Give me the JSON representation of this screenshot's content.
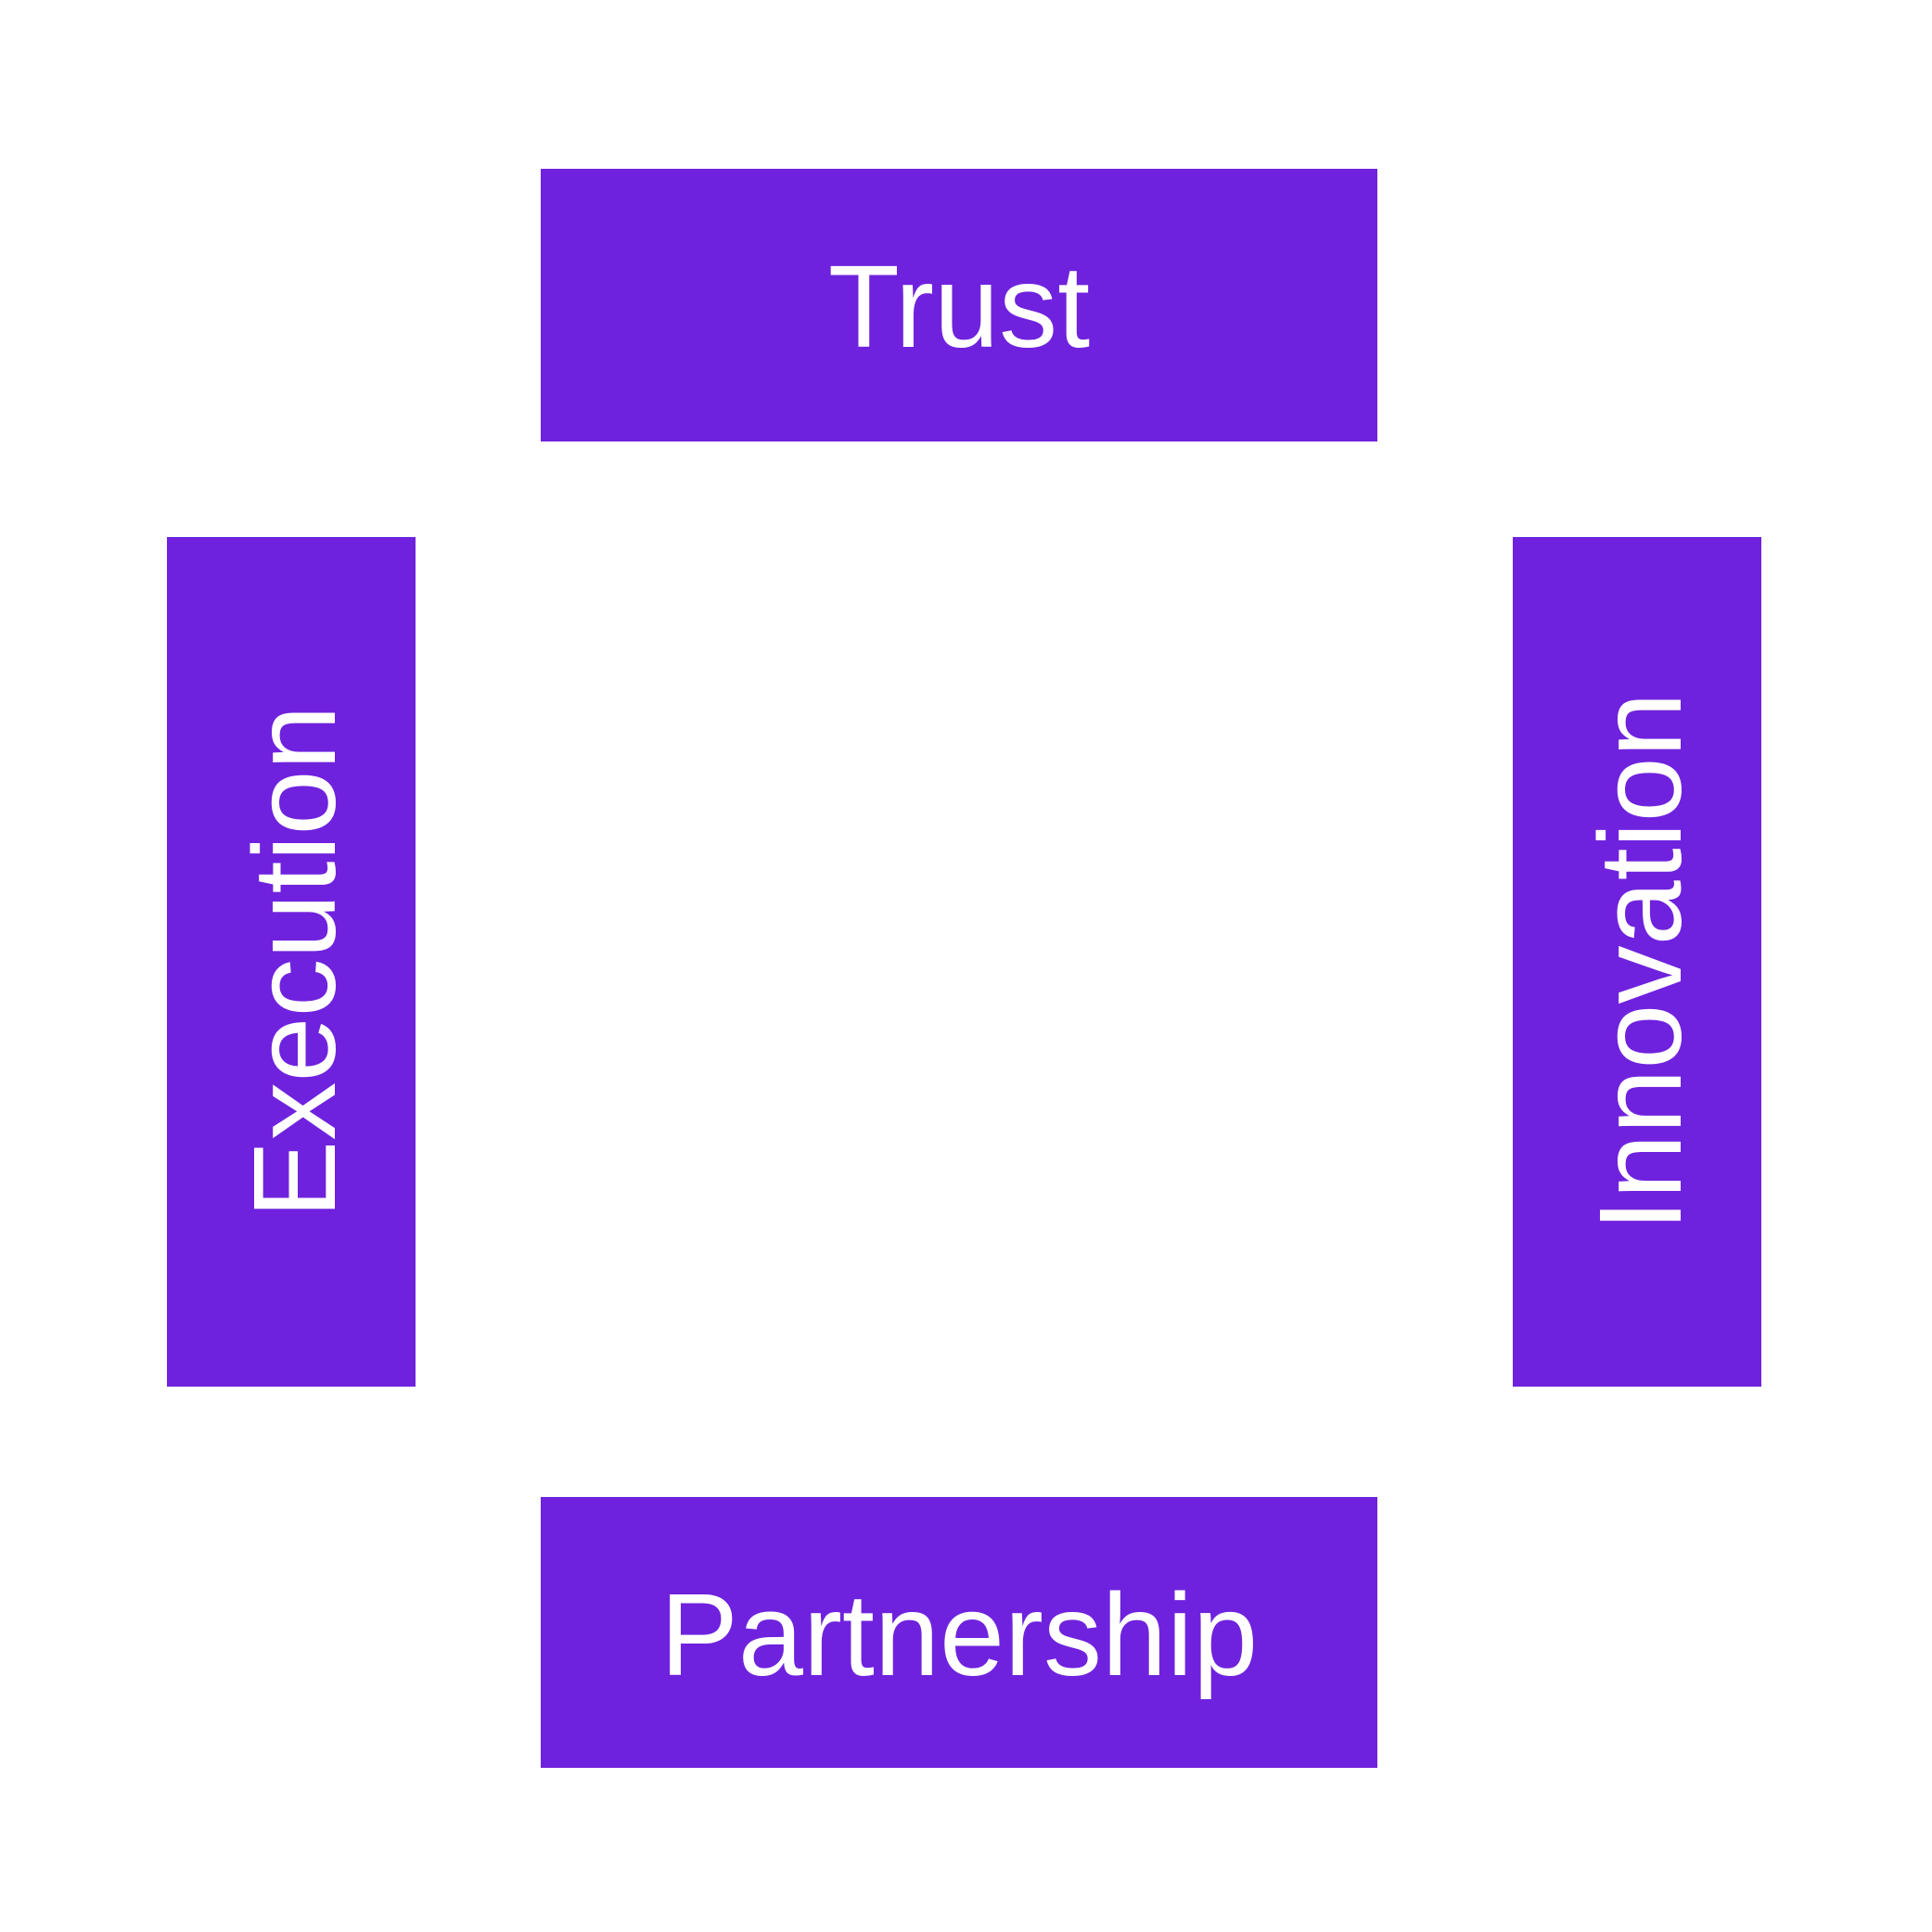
{
  "diagram": {
    "type": "four-box-frame",
    "background_color": "#ffffff",
    "box_color": "#6f22dd",
    "label_color": "#ffffff",
    "boxes": [
      {
        "position": "top",
        "label": "Trust",
        "orientation": "horizontal",
        "text_align": "center"
      },
      {
        "position": "left",
        "label": "Execution",
        "orientation": "vertical-bottom-to-top",
        "text_align": "center"
      },
      {
        "position": "right",
        "label": "Innovation",
        "orientation": "vertical-bottom-to-top",
        "text_align": "center"
      },
      {
        "position": "bottom",
        "label": "Partnership",
        "orientation": "horizontal",
        "text_align": "center"
      }
    ]
  }
}
